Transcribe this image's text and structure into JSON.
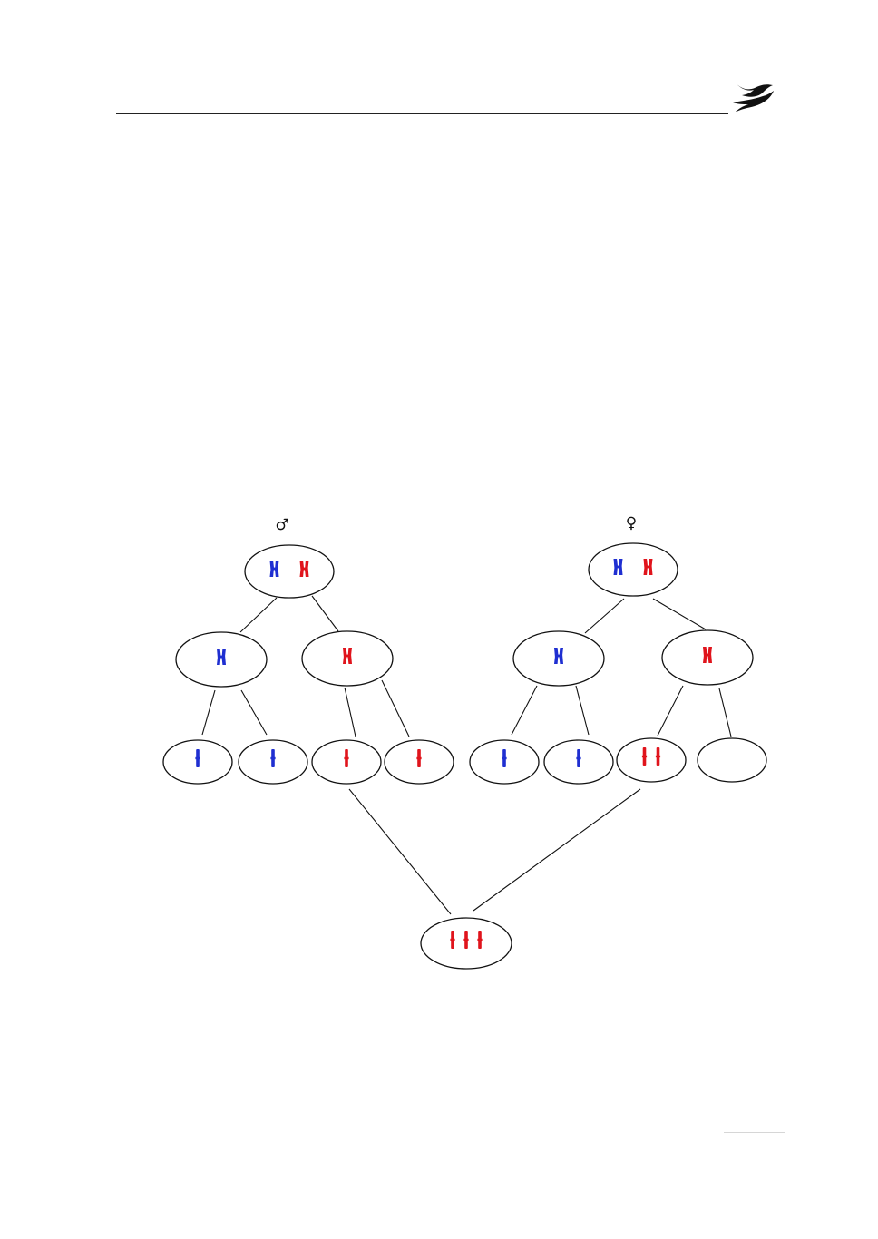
{
  "colors": {
    "paternal": "#1f2fd1",
    "maternal": "#e0141c",
    "outline": "#111111"
  },
  "symbols": {
    "male": "♂",
    "female": "♀"
  },
  "logo": {
    "icon": "dove-logo-icon"
  },
  "cells": [
    {
      "id": "male-parent",
      "chromosomes": [
        "paternal-duplicated",
        "maternal-duplicated"
      ]
    },
    {
      "id": "male-meiosis1-left",
      "chromosomes": [
        "paternal-duplicated"
      ]
    },
    {
      "id": "male-meiosis1-right",
      "chromosomes": [
        "maternal-duplicated"
      ]
    },
    {
      "id": "male-gamete-1",
      "chromosomes": [
        "paternal-single"
      ]
    },
    {
      "id": "male-gamete-2",
      "chromosomes": [
        "paternal-single"
      ]
    },
    {
      "id": "male-gamete-3",
      "chromosomes": [
        "maternal-single"
      ]
    },
    {
      "id": "male-gamete-4",
      "chromosomes": [
        "maternal-single"
      ]
    },
    {
      "id": "female-parent",
      "chromosomes": [
        "paternal-duplicated",
        "maternal-duplicated"
      ]
    },
    {
      "id": "female-meiosis1-left",
      "chromosomes": [
        "paternal-duplicated"
      ]
    },
    {
      "id": "female-meiosis1-right",
      "chromosomes": [
        "maternal-duplicated"
      ]
    },
    {
      "id": "female-gamete-1",
      "chromosomes": [
        "paternal-single"
      ]
    },
    {
      "id": "female-gamete-2",
      "chromosomes": [
        "paternal-single"
      ]
    },
    {
      "id": "female-gamete-3",
      "chromosomes": [
        "maternal-single",
        "maternal-single"
      ]
    },
    {
      "id": "female-gamete-4",
      "chromosomes": []
    },
    {
      "id": "zygote",
      "chromosomes": [
        "maternal-single",
        "maternal-single",
        "maternal-single"
      ]
    }
  ],
  "connections": [
    [
      "male-parent",
      "male-meiosis1-left"
    ],
    [
      "male-parent",
      "male-meiosis1-right"
    ],
    [
      "male-meiosis1-left",
      "male-gamete-1"
    ],
    [
      "male-meiosis1-left",
      "male-gamete-2"
    ],
    [
      "male-meiosis1-right",
      "male-gamete-3"
    ],
    [
      "male-meiosis1-right",
      "male-gamete-4"
    ],
    [
      "female-parent",
      "female-meiosis1-left"
    ],
    [
      "female-parent",
      "female-meiosis1-right"
    ],
    [
      "female-meiosis1-left",
      "female-gamete-1"
    ],
    [
      "female-meiosis1-left",
      "female-gamete-2"
    ],
    [
      "female-meiosis1-right",
      "female-gamete-3"
    ],
    [
      "female-meiosis1-right",
      "female-gamete-4"
    ],
    [
      "male-gamete-3",
      "zygote"
    ],
    [
      "female-gamete-3",
      "zygote"
    ]
  ]
}
